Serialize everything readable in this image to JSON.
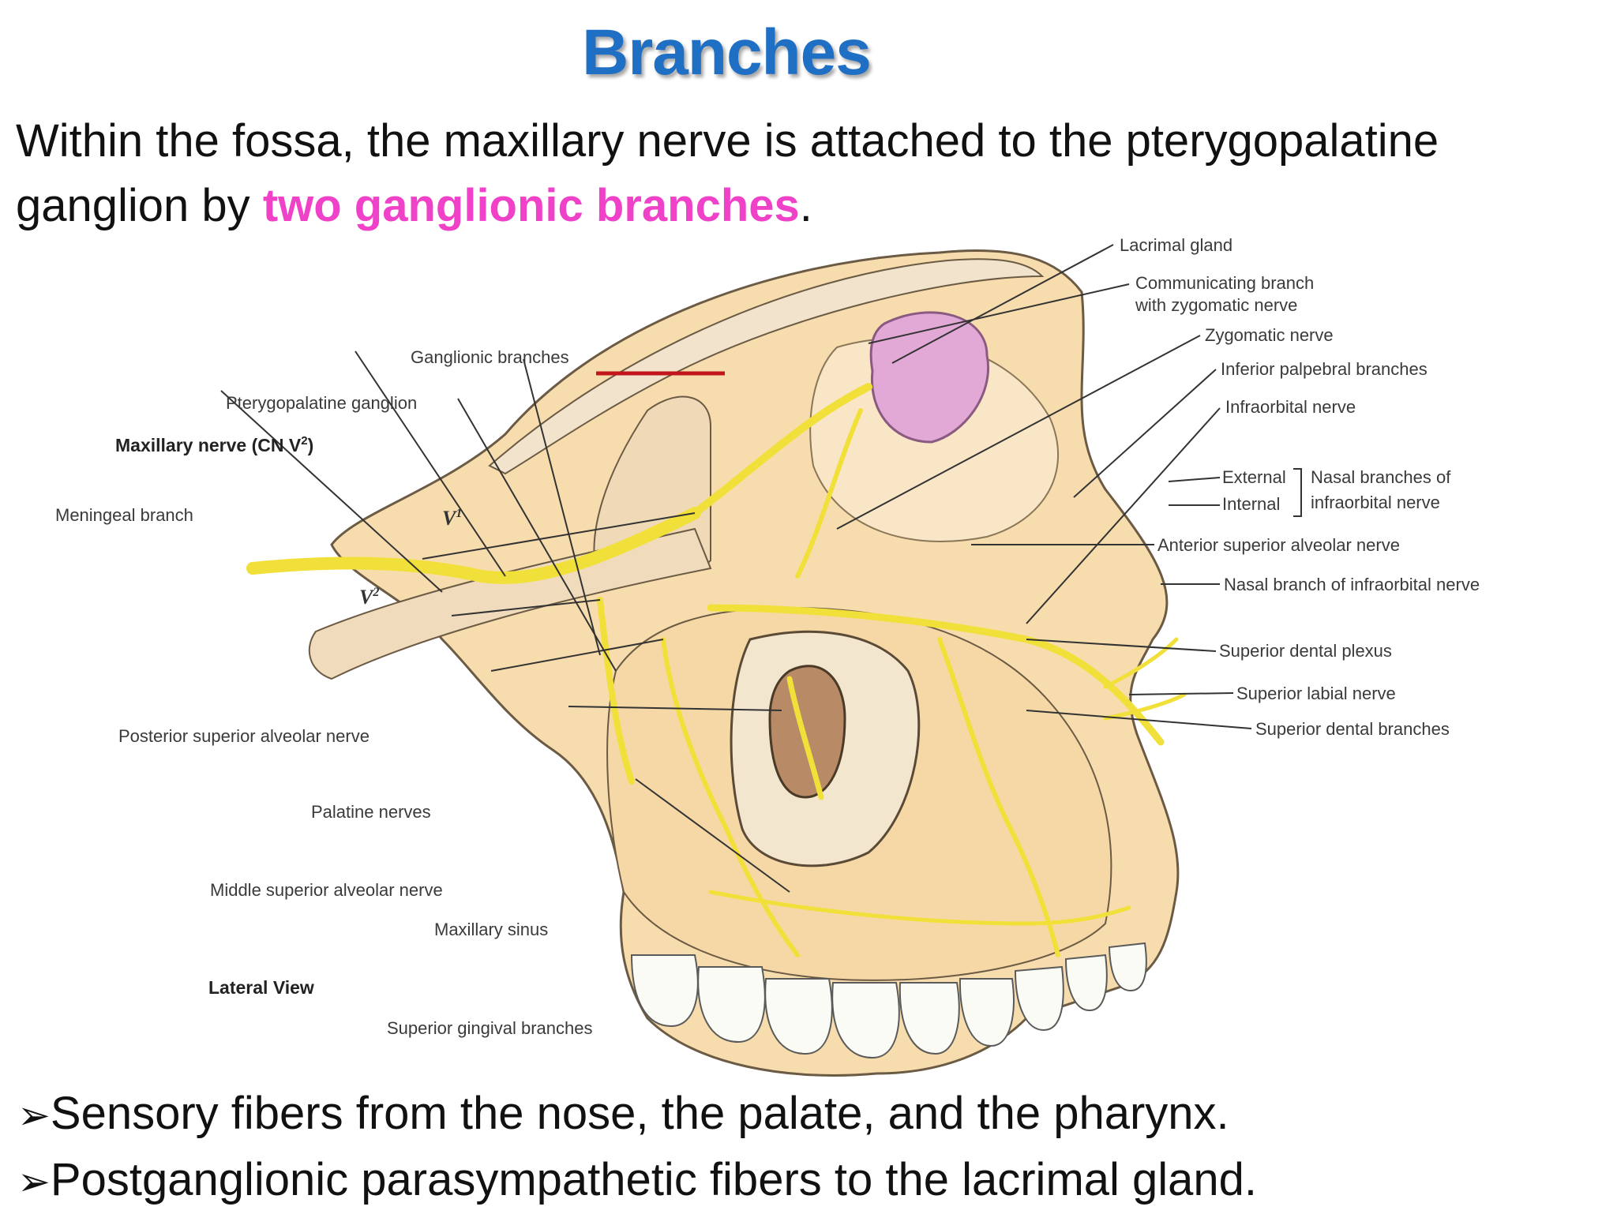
{
  "slide": {
    "title": "Branches",
    "intro_pre": "Within the fossa, the maxillary nerve is attached to the pterygopalatine ganglion by ",
    "intro_highlight": "two ganglionic branches",
    "intro_post": "."
  },
  "colors": {
    "title": "#1f6fc4",
    "highlight": "#f042c8",
    "nerve": "#f2e03a",
    "bone": "#f7dcae",
    "gland": "#e3a9d6",
    "pointer": "#c0161c"
  },
  "figure": {
    "labels": {
      "ganglionic_branches": "Ganglionic branches",
      "pterygopalatine_ganglion": "Pterygopalatine ganglion",
      "maxillary_nerve": "Maxillary nerve (CN V",
      "maxillary_nerve_sup": "2",
      "maxillary_nerve_close": ")",
      "meningeal_branch": "Meningeal branch",
      "posterior_superior_alveolar": "Posterior superior alveolar nerve",
      "palatine_nerves": "Palatine nerves",
      "middle_superior_alveolar": "Middle superior alveolar nerve",
      "maxillary_sinus": "Maxillary sinus",
      "lateral_view": "Lateral View",
      "superior_gingival": "Superior gingival branches",
      "lacrimal_gland": "Lacrimal gland",
      "communicating_branch_1": "Communicating branch",
      "communicating_branch_2": "with zygomatic nerve",
      "zygomatic_nerve": "Zygomatic nerve",
      "inferior_palpebral": "Inferior palpebral branches",
      "infraorbital_nerve": "Infraorbital nerve",
      "external": "External",
      "internal": "Internal",
      "nasal_branches_1": "Nasal branches of",
      "nasal_branches_2": "infraorbital nerve",
      "anterior_superior_alveolar": "Anterior superior alveolar nerve",
      "nasal_branch_infraorbital": "Nasal branch of infraorbital nerve",
      "superior_dental_plexus": "Superior dental plexus",
      "superior_labial": "Superior labial nerve",
      "superior_dental_branches": "Superior dental branches",
      "v1": "V",
      "v1_sup": "1",
      "v2": "V",
      "v2_sup": "2"
    }
  },
  "bullets": {
    "marker": "➢",
    "items": [
      "Sensory fibers from the nose, the palate, and the pharynx.",
      "Postganglionic parasympathetic fibers to the lacrimal gland."
    ]
  }
}
